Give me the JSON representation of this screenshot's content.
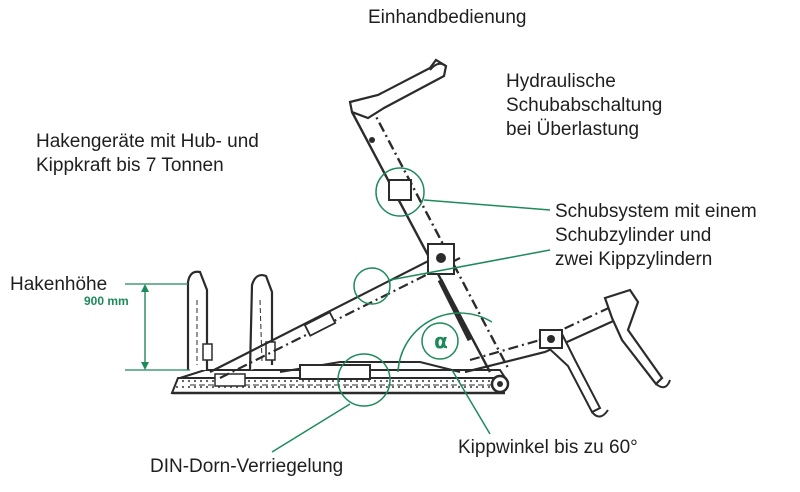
{
  "labels": {
    "one_hand": "Einhandbedienung",
    "hydraulic": "Hydraulische\nSchubabschaltung\nbei Überlastung",
    "hook_devices": "Hakengeräte mit Hub- und\nKippkraft bis 7 Tonnen",
    "push_system": "Schubsystem mit einem\nSchubzylinder und\nzwei Kippzylindern",
    "hook_height": "Hakenhöhe",
    "hook_height_value": "900 mm",
    "din_lock": "DIN-Dorn-Verriegelung",
    "tilt_angle": "Kippwinkel bis zu 60°",
    "alpha": "α"
  },
  "colors": {
    "accent": "#1d8a5a",
    "drawing": "#2b2b2b",
    "text": "#1f1f1f"
  }
}
